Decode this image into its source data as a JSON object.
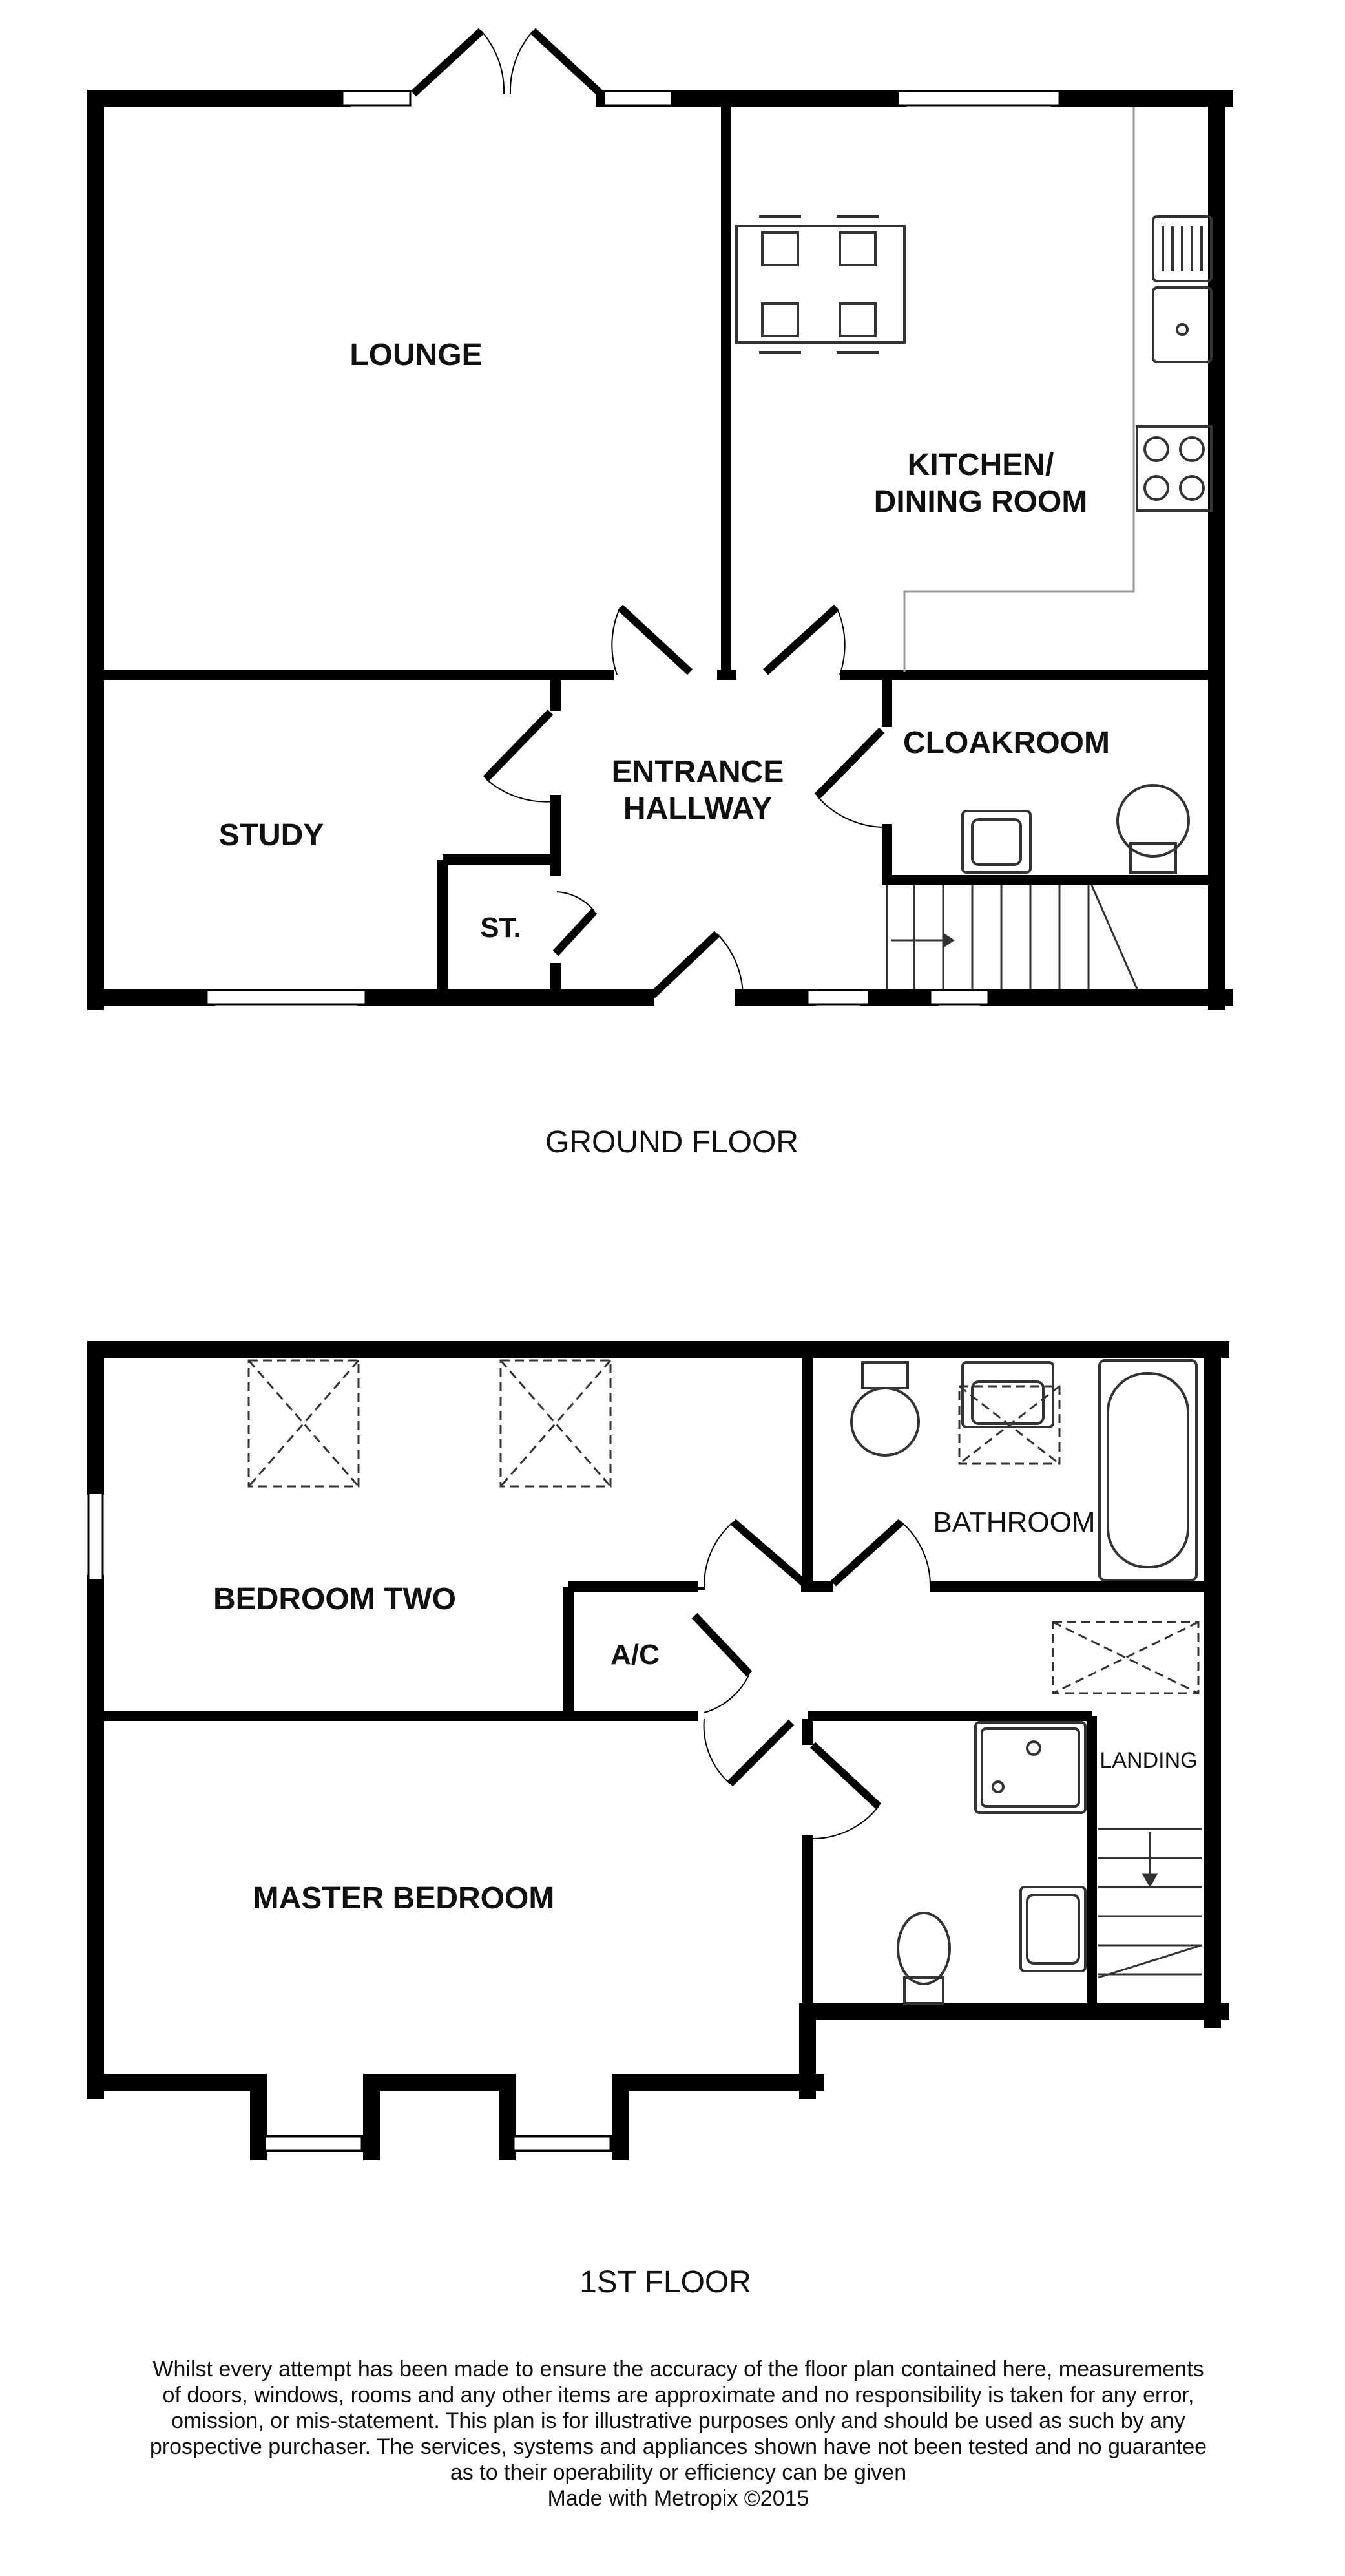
{
  "ground_floor": {
    "title": "GROUND FLOOR",
    "rooms": {
      "lounge": "LOUNGE",
      "kitchen_line1": "KITCHEN/",
      "kitchen_line2": "DINING ROOM",
      "study": "STUDY",
      "hall_line1": "ENTRANCE",
      "hall_line2": "HALLWAY",
      "cloakroom": "CLOAKROOM",
      "store": "ST."
    }
  },
  "first_floor": {
    "title": "1ST FLOOR",
    "rooms": {
      "bedroom_two": "BEDROOM TWO",
      "bathroom": "BATHROOM",
      "airing_cupboard": "A/C",
      "landing": "LANDING",
      "master_bedroom": "MASTER BEDROOM"
    }
  },
  "disclaimer": {
    "lines": [
      "Whilst every attempt has been made to ensure the accuracy of the floor plan contained here, measurements",
      "of doors, windows, rooms and any other items are approximate and no responsibility is taken for any error,",
      "omission, or mis-statement. This plan is for illustrative purposes only and should be used as such by any",
      "prospective purchaser. The services, systems and appliances shown have not been tested and no guarantee",
      "as to their operability or efficiency can be given"
    ],
    "credit": "Made with Metropix ©2015"
  },
  "colors": {
    "wall": "#000000",
    "background": "#ffffff",
    "fixture": "#333333"
  }
}
